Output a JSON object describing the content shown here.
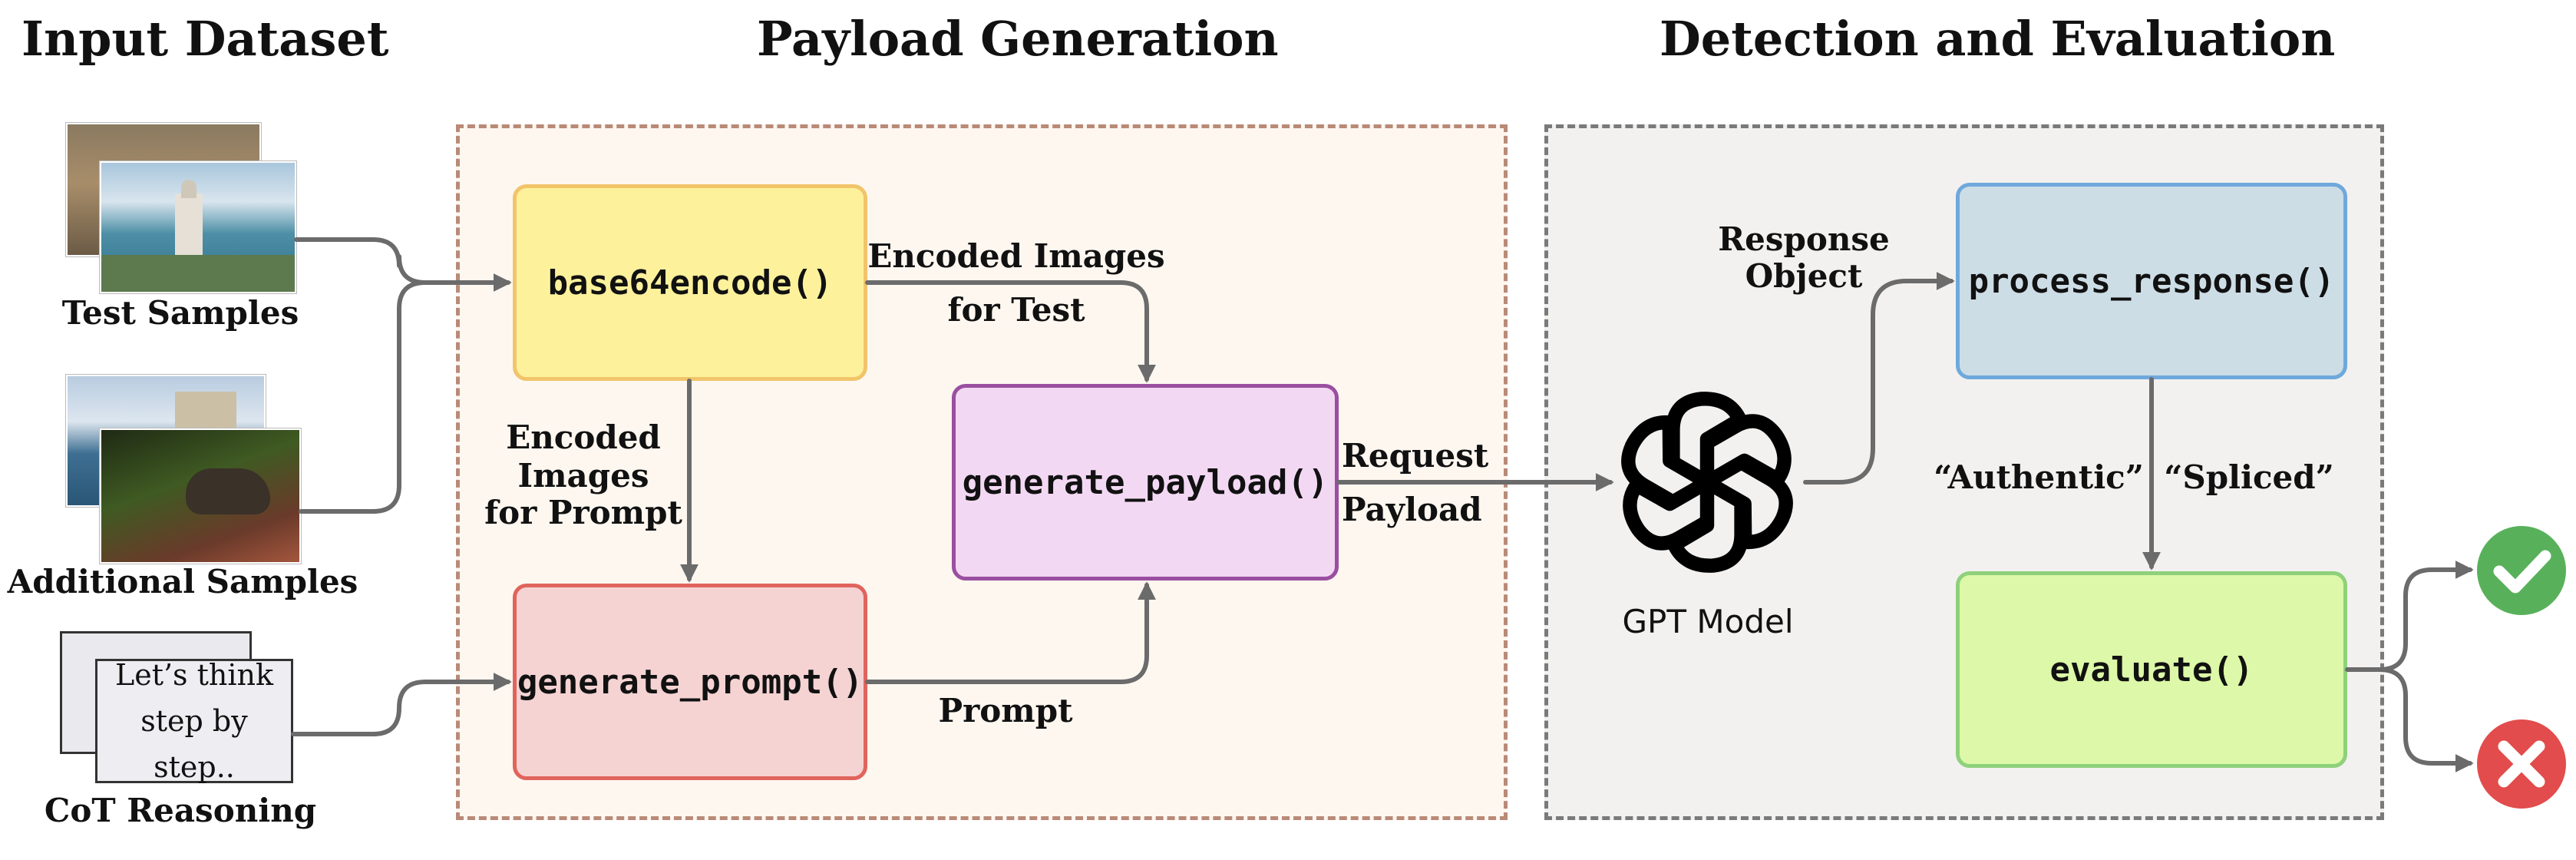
{
  "headings": {
    "input": "Input Dataset",
    "payload": "Payload Generation",
    "detection": "Detection and Evaluation"
  },
  "inputs": {
    "test_samples": "Test Samples",
    "additional_samples": "Additional Samples",
    "cot_reasoning": "CoT Reasoning",
    "cot_note": "Let’s think\nstep by step.."
  },
  "functions": {
    "base64encode": "base64encode()",
    "generate_payload": "generate_payload()",
    "generate_prompt": "generate_prompt()",
    "process_response": "process_response()",
    "evaluate": "evaluate()"
  },
  "edge_labels": {
    "encoded_test_1": "Encoded Images",
    "encoded_test_2": "for Test",
    "encoded_prompt_1": "Encoded",
    "encoded_prompt_2": "Images",
    "encoded_prompt_3": "for Prompt",
    "prompt": "Prompt",
    "request_1": "Request",
    "request_2": "Payload",
    "response_1": "Response",
    "response_2": "Object",
    "authentic": "“Authentic”",
    "spliced": "“Spliced”"
  },
  "model": {
    "name": "GPT Model",
    "icon": "openai-logo-icon"
  },
  "outcomes": {
    "correct_icon": "check-circle-icon",
    "wrong_icon": "x-circle-icon"
  },
  "colors": {
    "payload_panel_bg": "#fdf7f0",
    "payload_panel_border": "#b98a78",
    "detection_panel_bg": "#f2f1f0",
    "detection_panel_border": "#7a7a7a",
    "base64_fill": "#fdf19c",
    "base64_border": "#f2c46a",
    "payload_fill": "#f3d8f3",
    "payload_border": "#9a4fa0",
    "prompt_fill": "#f5d3d3",
    "prompt_border": "#e0645c",
    "process_fill": "#cddde6",
    "process_border": "#6fa8dc",
    "evaluate_fill": "#dcf8a8",
    "evaluate_border": "#8ed17a",
    "arrow": "#6b6b6b",
    "check": "#58b15a",
    "cross": "#e24c4c"
  }
}
